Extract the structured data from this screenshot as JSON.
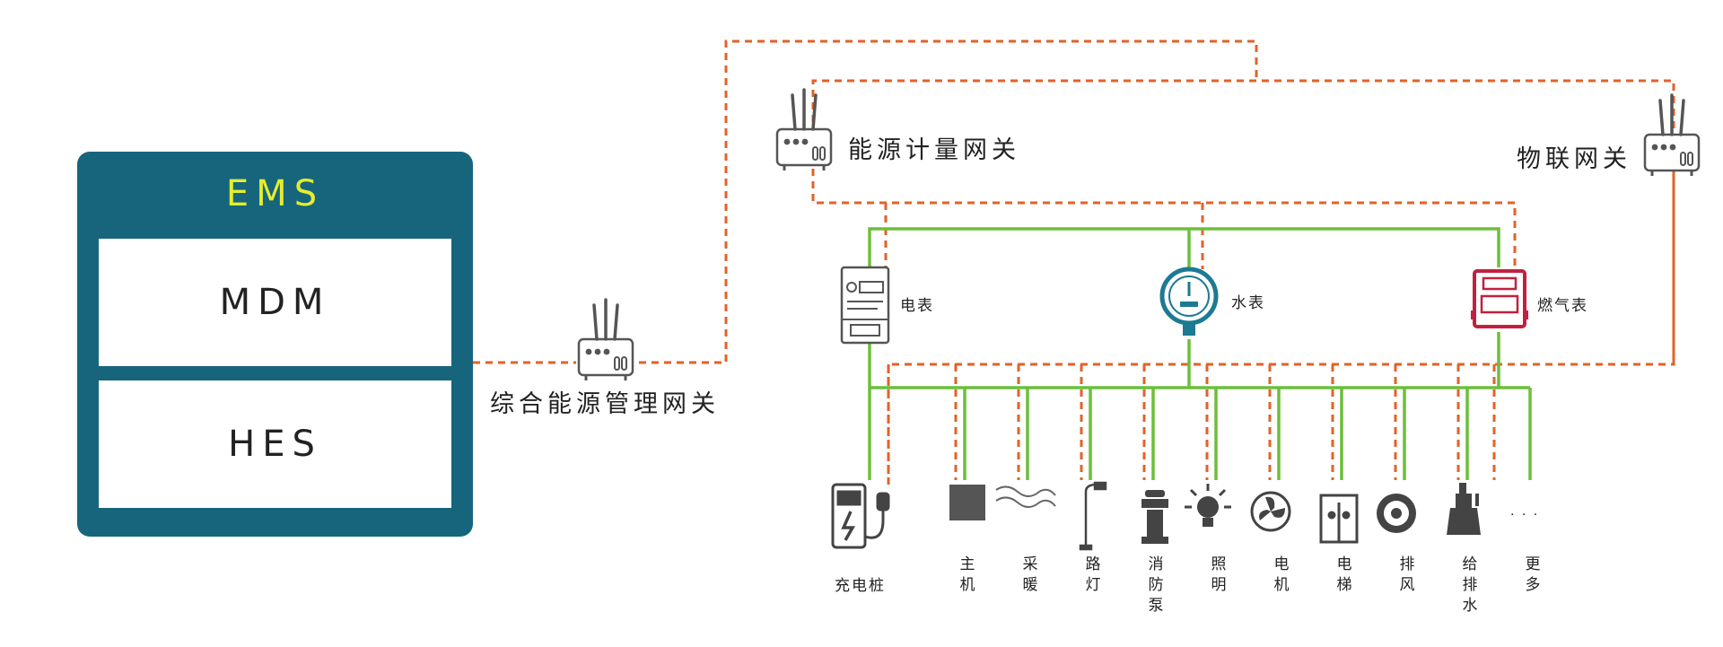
{
  "ems": {
    "title": "EMS",
    "modules": [
      "MDM",
      "HES"
    ]
  },
  "gateways": {
    "integrated": "综合能源管理网关",
    "metering": "能源计量网关",
    "iot": "物联网关"
  },
  "meters": {
    "electric": "电表",
    "water": "水表",
    "gas": "燃气表"
  },
  "devices": {
    "charger": "充电桩",
    "host": "主机",
    "heating": "采暖",
    "streetlight": "路灯",
    "fire_pump": "消防泵",
    "lighting": "照明",
    "motor": "电机",
    "elevator": "电梯",
    "exhaust": "排风",
    "water_supply": "给排水",
    "more": "更多",
    "more_ellipsis": "· · ·"
  },
  "colors": {
    "panel": "#17657d",
    "ems_title": "#e3ee2d",
    "dashed_link": "#e2622a",
    "solid_link": "#6cbf3a",
    "water_meter": "#1d7a93",
    "gas_meter": "#c2203e",
    "icon": "#444444"
  }
}
